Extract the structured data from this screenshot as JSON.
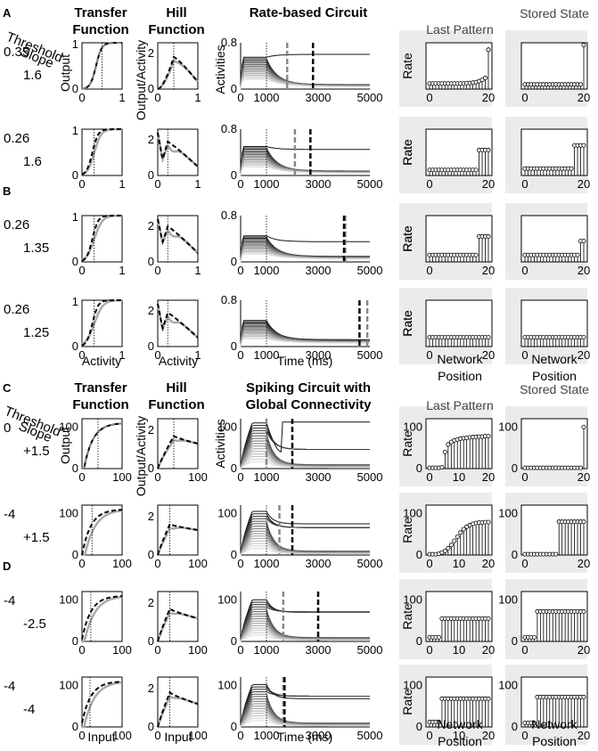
{
  "panel_letters": [
    "A",
    "B",
    "C",
    "D"
  ],
  "left_headers": {
    "top": {
      "threshold": "Threshold",
      "slope": "Slope"
    },
    "bottom": {
      "threshold": "Threshold",
      "slope": "Slope"
    }
  },
  "column_titles": {
    "transfer": [
      "Transfer",
      "Function"
    ],
    "hill": [
      "Hill",
      "Function"
    ],
    "rate_circuit": "Rate-based Circuit",
    "spiking_circuit": [
      "Spiking Circuit with",
      "Global Connectivity"
    ],
    "last_pattern": "Last Pattern",
    "stored_state": "Stored State"
  },
  "axis_labels": {
    "output": "Output",
    "output_activity": "Output/Activity",
    "activities": "Activities",
    "rate": "Rate",
    "activity": "Activity",
    "input": "Input",
    "time": "Time (ms)",
    "network": "Network",
    "position": "Position"
  },
  "params": [
    {
      "threshold": "0.35",
      "slope": "1.6"
    },
    {
      "threshold": "0.26",
      "slope": "1.6"
    },
    {
      "threshold": "0.26",
      "slope": "1.35"
    },
    {
      "threshold": "0.26",
      "slope": "1.25"
    },
    {
      "threshold": "0",
      "slope": "+1.5"
    },
    {
      "threshold": "-4",
      "slope": "+1.5"
    },
    {
      "threshold": "-4",
      "slope": "-2.5"
    },
    {
      "threshold": "-4",
      "slope": "-4"
    }
  ],
  "chart_data": [
    {
      "type": "line",
      "group": "rate",
      "panel": "transfer",
      "x": [
        0,
        1
      ],
      "ylim": [
        0,
        1
      ],
      "xticks": [
        "0",
        "1"
      ],
      "yticks": [
        "0",
        "1"
      ],
      "rows": [
        {
          "threshold": 0.35,
          "slope": 1.6,
          "marker": 0.5
        },
        {
          "threshold": 0.26,
          "slope": 1.6,
          "marker": 0.3
        },
        {
          "threshold": 0.26,
          "slope": 1.35,
          "marker": 0.3
        },
        {
          "threshold": 0.26,
          "slope": 1.25,
          "marker": 0.3
        }
      ]
    },
    {
      "type": "line",
      "group": "rate",
      "panel": "hill",
      "xlim": [
        0,
        1
      ],
      "ylim": [
        0,
        2.6
      ],
      "xticks": [
        "0",
        "1"
      ],
      "yticks": [
        "0",
        "2"
      ],
      "rows": [
        {
          "peak": 1.8,
          "peak_x": 0.4,
          "min": 0.0
        },
        {
          "peak": 1.9,
          "peak_x": 0.25,
          "min": 0.9
        },
        {
          "peak": 2.0,
          "peak_x": 0.25,
          "min": 1.1
        },
        {
          "peak": 1.9,
          "peak_x": 0.25,
          "min": 1.0
        }
      ]
    },
    {
      "type": "line",
      "group": "rate",
      "panel": "rate_circuit",
      "xlim": [
        0,
        5000
      ],
      "ylim": [
        0,
        0.8
      ],
      "xticks": [
        "0",
        "1000",
        "3000",
        "5000"
      ],
      "yticks": [
        "0",
        "0.8"
      ],
      "marker": 1000,
      "rows": [
        {
          "gray_line": 1800,
          "black_line": 2800,
          "high": 0.6,
          "low": 0.08,
          "plateau": 0.55
        },
        {
          "gray_line": 2100,
          "black_line": 2700,
          "high": 0.45,
          "low": 0.08,
          "plateau": 0.5
        },
        {
          "gray_line": 4050,
          "black_line": 4000,
          "high": 0.35,
          "low": 0.1,
          "plateau": 0.45
        },
        {
          "gray_line": 4900,
          "black_line": 4600,
          "high": 0.12,
          "low": 0.12,
          "plateau": 0.45
        }
      ]
    },
    {
      "type": "scatter",
      "group": "rate",
      "panel": "last_pattern",
      "xlim": [
        0,
        20
      ],
      "ylim": [
        0,
        1
      ],
      "xticks": [
        "0",
        "20"
      ],
      "rows": [
        {
          "values": [
            0.12,
            0.12,
            0.12,
            0.12,
            0.12,
            0.12,
            0.12,
            0.12,
            0.12,
            0.12,
            0.12,
            0.12,
            0.13,
            0.13,
            0.14,
            0.15,
            0.17,
            0.2,
            0.24,
            0.85
          ]
        },
        {
          "values": [
            0.12,
            0.12,
            0.12,
            0.12,
            0.12,
            0.12,
            0.12,
            0.12,
            0.12,
            0.12,
            0.12,
            0.12,
            0.12,
            0.12,
            0.12,
            0.12,
            0.55,
            0.55,
            0.55,
            0.55
          ]
        },
        {
          "values": [
            0.15,
            0.15,
            0.15,
            0.15,
            0.15,
            0.15,
            0.15,
            0.15,
            0.15,
            0.15,
            0.15,
            0.15,
            0.15,
            0.15,
            0.15,
            0.15,
            0.55,
            0.55,
            0.55,
            0.55
          ]
        },
        {
          "values": [
            0.2,
            0.2,
            0.2,
            0.2,
            0.2,
            0.2,
            0.2,
            0.2,
            0.2,
            0.2,
            0.2,
            0.2,
            0.2,
            0.2,
            0.2,
            0.2,
            0.2,
            0.2,
            0.2,
            0.2
          ]
        }
      ]
    },
    {
      "type": "scatter",
      "group": "rate",
      "panel": "stored_state",
      "xlim": [
        0,
        20
      ],
      "ylim": [
        0,
        1
      ],
      "xticks": [
        "0",
        "20"
      ],
      "rows": [
        {
          "values": [
            0.1,
            0.1,
            0.1,
            0.1,
            0.1,
            0.1,
            0.1,
            0.1,
            0.1,
            0.1,
            0.1,
            0.1,
            0.1,
            0.1,
            0.1,
            0.1,
            0.1,
            0.1,
            0.1,
            0.95
          ]
        },
        {
          "values": [
            0.15,
            0.15,
            0.15,
            0.15,
            0.15,
            0.15,
            0.15,
            0.15,
            0.15,
            0.15,
            0.15,
            0.15,
            0.15,
            0.15,
            0.15,
            0.15,
            0.65,
            0.65,
            0.65,
            0.65
          ]
        },
        {
          "values": [
            0.15,
            0.15,
            0.15,
            0.15,
            0.15,
            0.15,
            0.15,
            0.15,
            0.15,
            0.15,
            0.15,
            0.15,
            0.15,
            0.15,
            0.15,
            0.15,
            0.15,
            0.15,
            0.45,
            0.45
          ]
        },
        {
          "values": [
            0.2,
            0.2,
            0.2,
            0.2,
            0.2,
            0.2,
            0.2,
            0.2,
            0.2,
            0.2,
            0.2,
            0.2,
            0.2,
            0.2,
            0.2,
            0.2,
            0.2,
            0.2,
            0.2,
            0.2
          ]
        }
      ]
    },
    {
      "type": "line",
      "group": "spiking",
      "panel": "transfer",
      "xlim": [
        0,
        100
      ],
      "ylim": [
        0,
        120
      ],
      "xticks": [
        "0",
        "100"
      ],
      "yticks": [
        "0",
        "100"
      ],
      "rows": [
        {
          "shift": 0,
          "marker": 40
        },
        {
          "shift": -10,
          "marker": 25
        },
        {
          "shift": -12,
          "marker": 22
        },
        {
          "shift": -14,
          "marker": 20
        }
      ]
    },
    {
      "type": "line",
      "group": "spiking",
      "panel": "hill",
      "xlim": [
        0,
        100
      ],
      "ylim": [
        0,
        2.6
      ],
      "xticks": [
        "0",
        "100"
      ],
      "yticks": [
        "0",
        "2"
      ],
      "rows": [
        {
          "peak": 1.7,
          "peak_x": 40,
          "tail": 1.3
        },
        {
          "peak": 1.6,
          "peak_x": 30,
          "tail": 1.3
        },
        {
          "peak": 1.7,
          "peak_x": 30,
          "tail": 1.2
        },
        {
          "peak": 1.8,
          "peak_x": 30,
          "tail": 1.2
        }
      ]
    },
    {
      "type": "line",
      "group": "spiking",
      "panel": "spiking_circuit",
      "xlim": [
        0,
        5000
      ],
      "ylim": [
        0,
        120
      ],
      "xticks": [
        "0",
        "1000",
        "3000",
        "5000"
      ],
      "yticks": [
        "0",
        "100"
      ],
      "marker": 1000,
      "rows": [
        {
          "gray_line": 1000,
          "black_line": 2000,
          "high": 112,
          "low": 40,
          "plateau": 100
        },
        {
          "gray_line": 1500,
          "black_line": 2000,
          "high": 75,
          "low": 60,
          "plateau": 95
        },
        {
          "gray_line": 1650,
          "black_line": 3000,
          "high": 70,
          "low": 65,
          "plateau": 90
        },
        {
          "gray_line": 1650,
          "black_line": 1700,
          "high": 68,
          "low": 68,
          "plateau": 92
        }
      ]
    },
    {
      "type": "scatter",
      "group": "spiking",
      "panel": "last_pattern",
      "xlim": [
        0,
        20
      ],
      "ylim": [
        0,
        120
      ],
      "xticks": [
        "0",
        "10",
        "20"
      ],
      "yticks": [
        "0",
        "100"
      ],
      "rows": [
        {
          "values": [
            2,
            2,
            2,
            2,
            3,
            40,
            58,
            64,
            68,
            70,
            72,
            73,
            74,
            75,
            76,
            76,
            77,
            77,
            78,
            78
          ]
        },
        {
          "values": [
            2,
            2,
            2,
            3,
            6,
            10,
            16,
            24,
            34,
            44,
            54,
            62,
            68,
            72,
            75,
            77,
            78,
            78,
            79,
            79
          ]
        },
        {
          "values": [
            10,
            10,
            10,
            10,
            55,
            55,
            55,
            55,
            55,
            55,
            55,
            55,
            55,
            55,
            55,
            55,
            55,
            55,
            55,
            55
          ]
        },
        {
          "values": [
            12,
            12,
            12,
            12,
            68,
            68,
            68,
            68,
            68,
            68,
            68,
            68,
            68,
            68,
            68,
            68,
            68,
            68,
            68,
            68
          ]
        }
      ]
    },
    {
      "type": "scatter",
      "group": "spiking",
      "panel": "stored_state",
      "xlim": [
        0,
        20
      ],
      "ylim": [
        0,
        120
      ],
      "xticks": [
        "0",
        "20"
      ],
      "yticks": [
        "0",
        "100"
      ],
      "rows": [
        {
          "values": [
            2,
            2,
            2,
            2,
            2,
            2,
            2,
            2,
            2,
            2,
            2,
            2,
            2,
            2,
            2,
            2,
            2,
            2,
            2,
            100
          ]
        },
        {
          "values": [
            2,
            2,
            2,
            2,
            2,
            2,
            2,
            2,
            2,
            2,
            2,
            80,
            80,
            80,
            80,
            80,
            80,
            80,
            80,
            80
          ]
        },
        {
          "values": [
            10,
            10,
            10,
            10,
            72,
            72,
            72,
            72,
            72,
            72,
            72,
            72,
            72,
            72,
            72,
            72,
            72,
            72,
            72,
            72
          ]
        },
        {
          "values": [
            10,
            10,
            10,
            10,
            72,
            72,
            72,
            72,
            72,
            72,
            72,
            72,
            72,
            72,
            72,
            72,
            72,
            72,
            72,
            72
          ]
        }
      ]
    }
  ]
}
